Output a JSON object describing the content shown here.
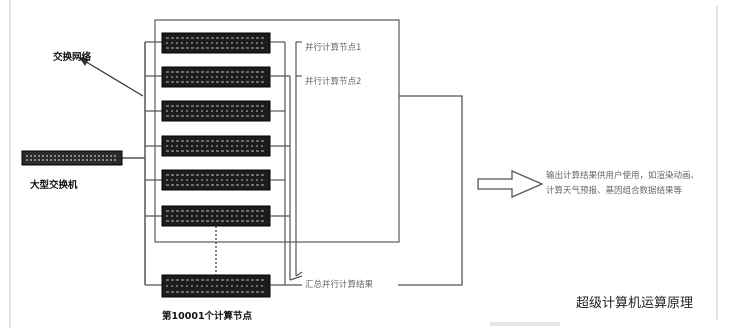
{
  "labels": {
    "exchange_network": "交换网络",
    "large_switch": "大型交换机",
    "parallel_node_1": "并行计算节点1",
    "parallel_node_2": "并行计算节点2",
    "node_10001": "第10001个计算节点",
    "aggregate_results": "汇总并行计算结果",
    "output_line_1": "输出计算结果供用户使用，如渲染动画、",
    "output_line_2": "计算天气预报、基因组合数据结果等",
    "title": "超级计算机运算原理"
  },
  "colors": {
    "server_body": "#1c1c1c",
    "server_detail": "#9a9a9a",
    "line": "#555555",
    "frame_border": "#7a7a7a"
  },
  "icons": {
    "server": "server-rack-icon",
    "switch": "network-switch-icon",
    "arrow": "hollow-right-arrow-icon"
  }
}
